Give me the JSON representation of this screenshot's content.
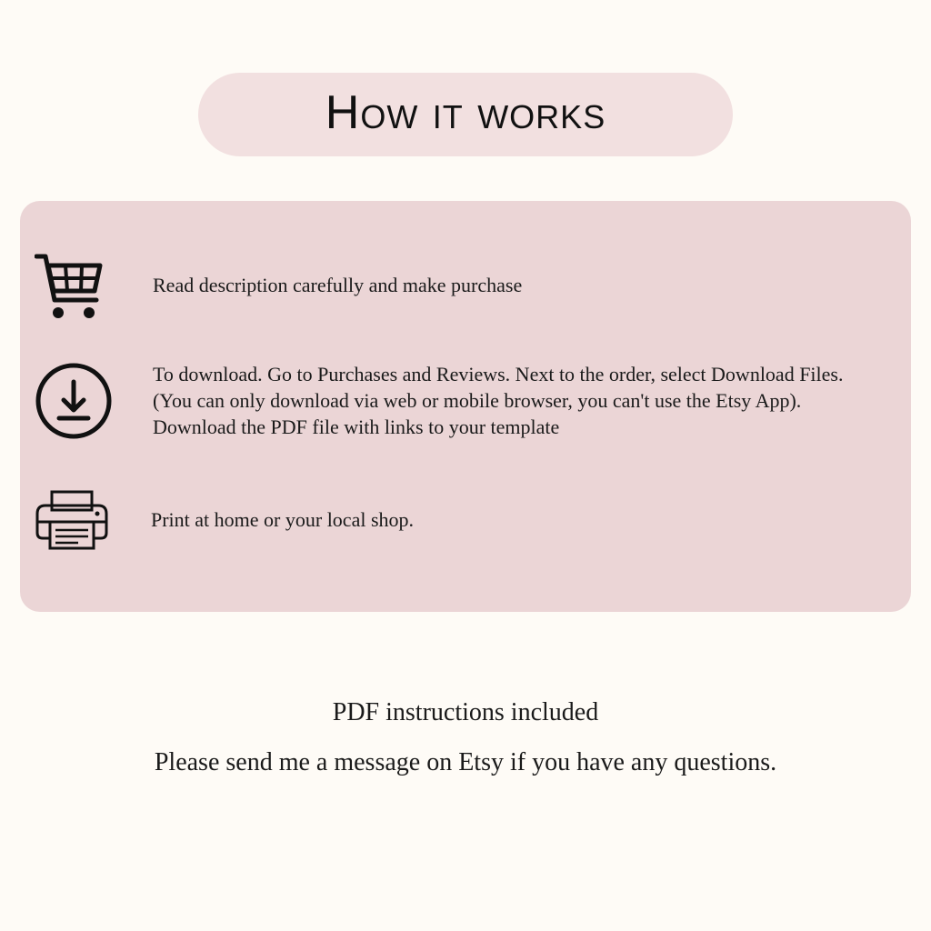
{
  "header": {
    "title": "How it works"
  },
  "steps": [
    {
      "icon": "shopping-cart-icon",
      "text": "Read description carefully and make purchase"
    },
    {
      "icon": "download-icon",
      "text": "To download. Go to Purchases and Reviews. Next to the order, select Download Files. (You can only download via web or mobile browser, you can't use the Etsy App). Download the PDF file with links to your template"
    },
    {
      "icon": "printer-icon",
      "text": "Print at home or your local shop."
    }
  ],
  "footer": {
    "line1": "PDF instructions included",
    "line2": "Please send me a message on Etsy if you have any questions."
  },
  "colors": {
    "background": "#fefbf6",
    "title_pill": "#f2e0e0",
    "panel": "#ebd5d6",
    "text": "#1a1a1a"
  }
}
